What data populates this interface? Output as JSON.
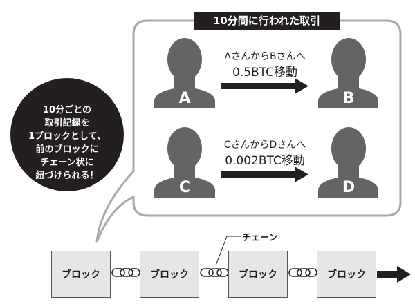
{
  "title": "10分間に行われた取引",
  "bubble_lines": [
    "10分ごとの",
    "取引記録を",
    "1ブロックとして、",
    "前のブロックに",
    "チェーン状に",
    "紐づけられる！"
  ],
  "transactions": [
    {
      "from": "A",
      "to": "B",
      "line1": "AさんからBさんへ",
      "line2": "0.5BTC移動"
    },
    {
      "from": "C",
      "to": "D",
      "line1": "CさんからDさんへ",
      "line2": "0.002BTC移動"
    }
  ],
  "blocks": [
    "ブロック",
    "ブロック",
    "ブロック",
    "ブロック"
  ],
  "chain_label": "チェーン",
  "colors": {
    "dark": "#231f20",
    "person": "#636466",
    "block": "#e6e6e7",
    "outline": "#a7a9ac"
  }
}
